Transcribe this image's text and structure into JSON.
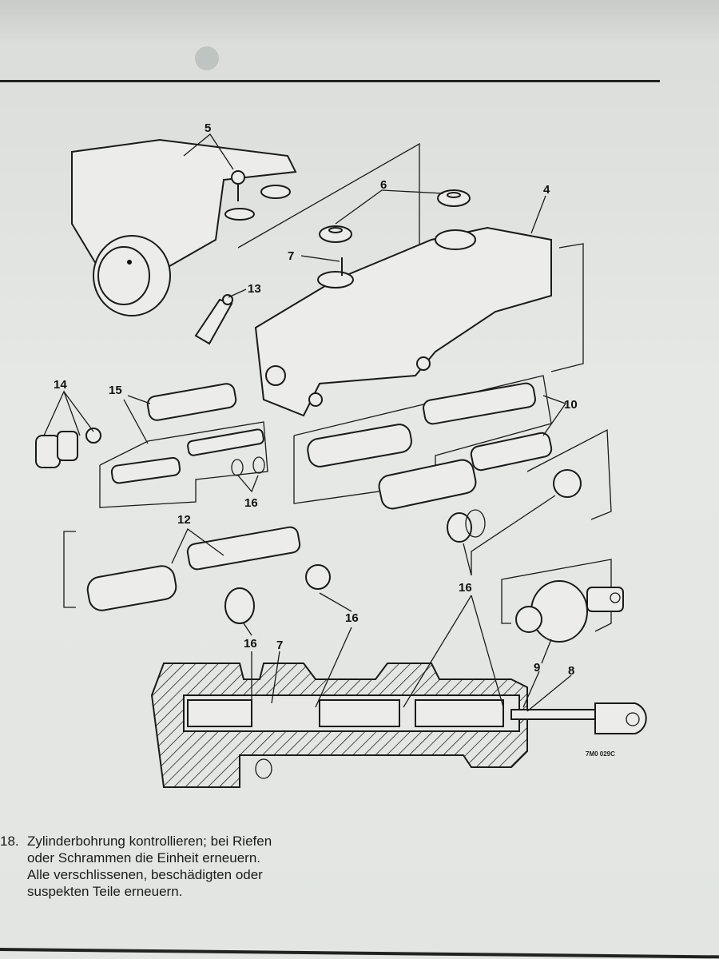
{
  "figure": {
    "callouts": {
      "c5": "5",
      "c6": "6",
      "c4": "4",
      "c7a": "7",
      "c13": "13",
      "c14": "14",
      "c15": "15",
      "c10": "10",
      "c16a": "16",
      "c12": "12",
      "c16b": "16",
      "c16c": "16",
      "c16d": "16",
      "c7b": "7",
      "c9": "9",
      "c8": "8"
    },
    "code": "7M0 029C"
  },
  "step": {
    "number": "18.",
    "text": "Zylinderbohrung kontrollieren; bei Riefen oder Schrammen die Einheit erneuern. Alle verschlissenen, beschädigten oder suspekten Teile erneuern."
  }
}
